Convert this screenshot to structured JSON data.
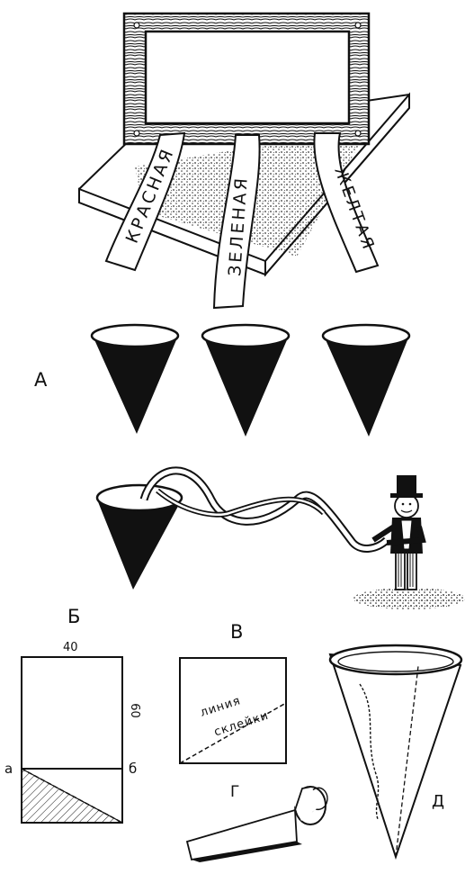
{
  "ribbons": {
    "red": "КРАСНАЯ",
    "green": "ЗЕЛЕНАЯ",
    "yellow": "ЖЕЛТАЯ"
  },
  "labels": {
    "a": "А",
    "b": "Б",
    "v": "В",
    "g": "Г",
    "d": "Д"
  },
  "diagram_b": {
    "width_label": "40",
    "height_label": "60",
    "corner_a": "а",
    "corner_b": "б"
  },
  "diagram_v": {
    "line1": "линия",
    "line2": "склейки"
  },
  "colors": {
    "ink": "#111111",
    "paper": "#ffffff"
  }
}
